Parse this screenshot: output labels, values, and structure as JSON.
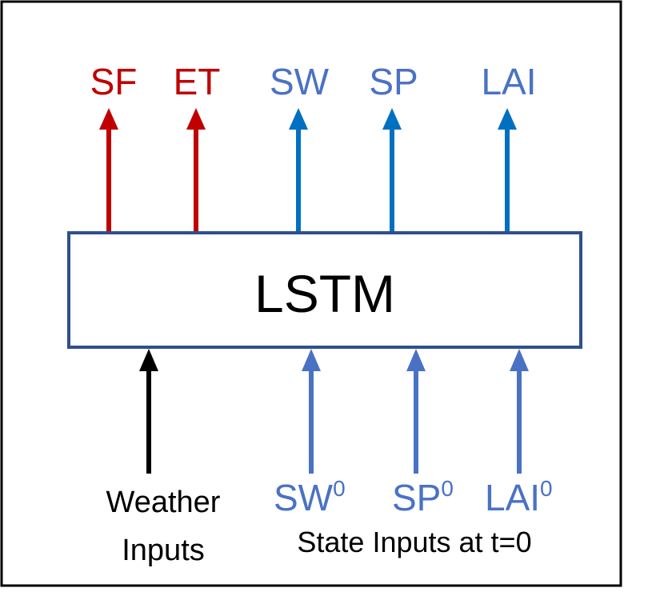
{
  "diagram": {
    "model_label": "LSTM",
    "outputs": [
      {
        "label": "SF",
        "color": "#c00000"
      },
      {
        "label": "ET",
        "color": "#c00000"
      },
      {
        "label": "SW",
        "color": "#4a72c4"
      },
      {
        "label": "SP",
        "color": "#4a72c4"
      },
      {
        "label": "LAI",
        "color": "#4a72c4"
      }
    ],
    "output_arrow_colors": [
      "#c00000",
      "#c00000",
      "#0070c0",
      "#0070c0",
      "#0070c0"
    ],
    "weather_label_line1": "Weather",
    "weather_label_line2": "Inputs",
    "state_inputs": [
      {
        "label": "SW",
        "sup": "0"
      },
      {
        "label": "SP",
        "sup": "0"
      },
      {
        "label": "LAI",
        "sup": "0"
      }
    ],
    "state_caption": "State Inputs at t=0",
    "colors": {
      "box_stroke": "#2f4f8f",
      "input_arrow": "#4a72c4",
      "weather_arrow": "#000000",
      "frame": "#000000",
      "state_text": "#4a72c4"
    }
  }
}
